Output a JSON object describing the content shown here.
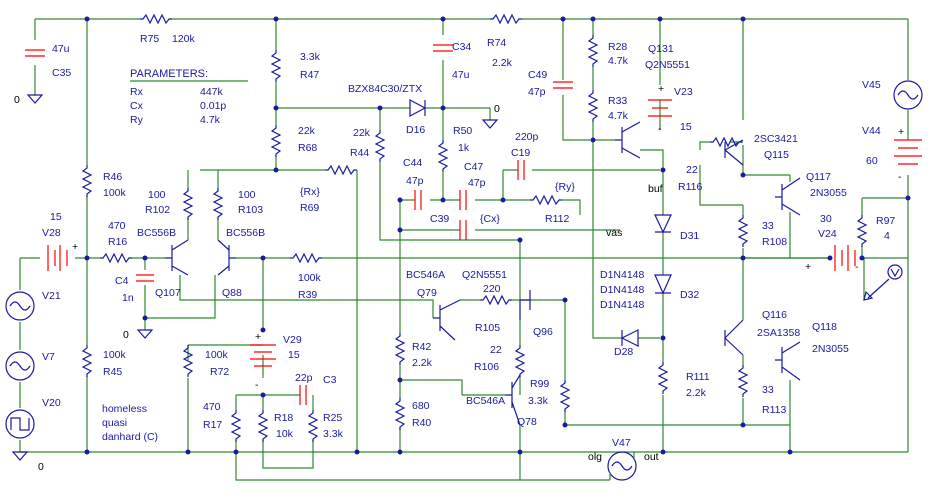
{
  "parameters": {
    "title": "PARAMETERS:",
    "rows": [
      {
        "name": "Rx",
        "value": "447k"
      },
      {
        "name": "Cx",
        "value": "0.01p"
      },
      {
        "name": "Ry",
        "value": "4.7k"
      }
    ]
  },
  "credits": [
    "homeless",
    "quasi",
    "danhard (C)"
  ],
  "nets": {
    "zero": "0",
    "buf": "buf",
    "vas": "vas",
    "olg": "olg",
    "out": "out",
    "plus": "+",
    "minus": "-"
  },
  "labels": {
    "R75": "R75",
    "R75_val": "120k",
    "C35": "C35",
    "C35_val": "47u",
    "R47": "R47",
    "R47_val": "3.3k",
    "R68": "R68",
    "R68_val": "22k",
    "R69": "R69",
    "R69_val": "{Rx}",
    "R46": "R46",
    "R46_val": "100k",
    "R16": "R16",
    "R16_val": "470",
    "R102": "R102",
    "R102_val": "100",
    "R103": "R103",
    "R103_val": "100",
    "Q107_type": "BC556B",
    "Q107": "Q107",
    "Q88_type": "BC556B",
    "Q88": "Q88",
    "C4": "C4",
    "C4_val": "1n",
    "V28": "V28",
    "V28_val": "15",
    "V21": "V21",
    "V7": "V7",
    "V20": "V20",
    "R45": "R45",
    "R45_val": "100k",
    "R39": "R39",
    "R39_val": "100k",
    "R72": "R72",
    "R72_val": "100k",
    "V29": "V29",
    "V29_val": "15",
    "C3": "C3",
    "C3_val": "22p",
    "R17": "R17",
    "R17_val": "470",
    "R18": "R18",
    "R18_val": "10k",
    "R25": "R25",
    "R25_val": "3.3k",
    "C34": "C34",
    "C34_val": "47u",
    "D16": "D16",
    "D16_type": "BZX84C30/ZTX",
    "R44": "R44",
    "R44_val": "22k",
    "R50": "R50",
    "R50_val": "1k",
    "C44": "C44",
    "C44_val": "47p",
    "C47": "C47",
    "C47_val": "47p",
    "C39": "C39",
    "C39_val": "{Cx}",
    "C19": "C19",
    "C19_val": "220p",
    "R112": "R112",
    "R112_val": "{Ry}",
    "R74": "R74",
    "R74_val": "2.2k",
    "C49": "C49",
    "C49_val": "47p",
    "R28": "R28",
    "R28_val": "4.7k",
    "R33": "R33",
    "R33_val": "4.7k",
    "Q131": "Q131",
    "Q131_type": "Q2N5551",
    "V23": "V23",
    "V23_val": "15",
    "Q79_type": "BC546A",
    "Q79": "Q79",
    "Q96_type": "Q2N5551",
    "Q96": "Q96",
    "R105": "R105",
    "R105_val": "220",
    "R106": "R106",
    "R106_val": "22",
    "R42": "R42",
    "R42_val": "2.2k",
    "R40": "R40",
    "R40_val": "680",
    "Q78_type": "BC546A",
    "Q78": "Q78",
    "R99": "R99",
    "R99_val": "3.3k",
    "D31": "D31",
    "D32": "D32",
    "D28": "D28",
    "D_type1": "D1N4148",
    "D_type2": "D1N4148",
    "D_type3": "D1N4148",
    "R111": "R111",
    "R111_val": "2.2k",
    "V47": "V47",
    "Q115_type": "2SC3421",
    "Q115": "Q115",
    "R116": "R116",
    "R116_val": "22",
    "R108": "R108",
    "R108_val": "33",
    "Q117": "Q117",
    "Q117_type": "2N3055",
    "Q116": "Q116",
    "Q116_type": "2SA1358",
    "R113": "R113",
    "R113_val": "33",
    "Q118": "Q118",
    "Q118_type": "2N3055",
    "V45": "V45",
    "V44": "V44",
    "V44_val": "60",
    "V24": "V24",
    "V24_val": "30",
    "R97": "R97",
    "R97_val": "4"
  }
}
